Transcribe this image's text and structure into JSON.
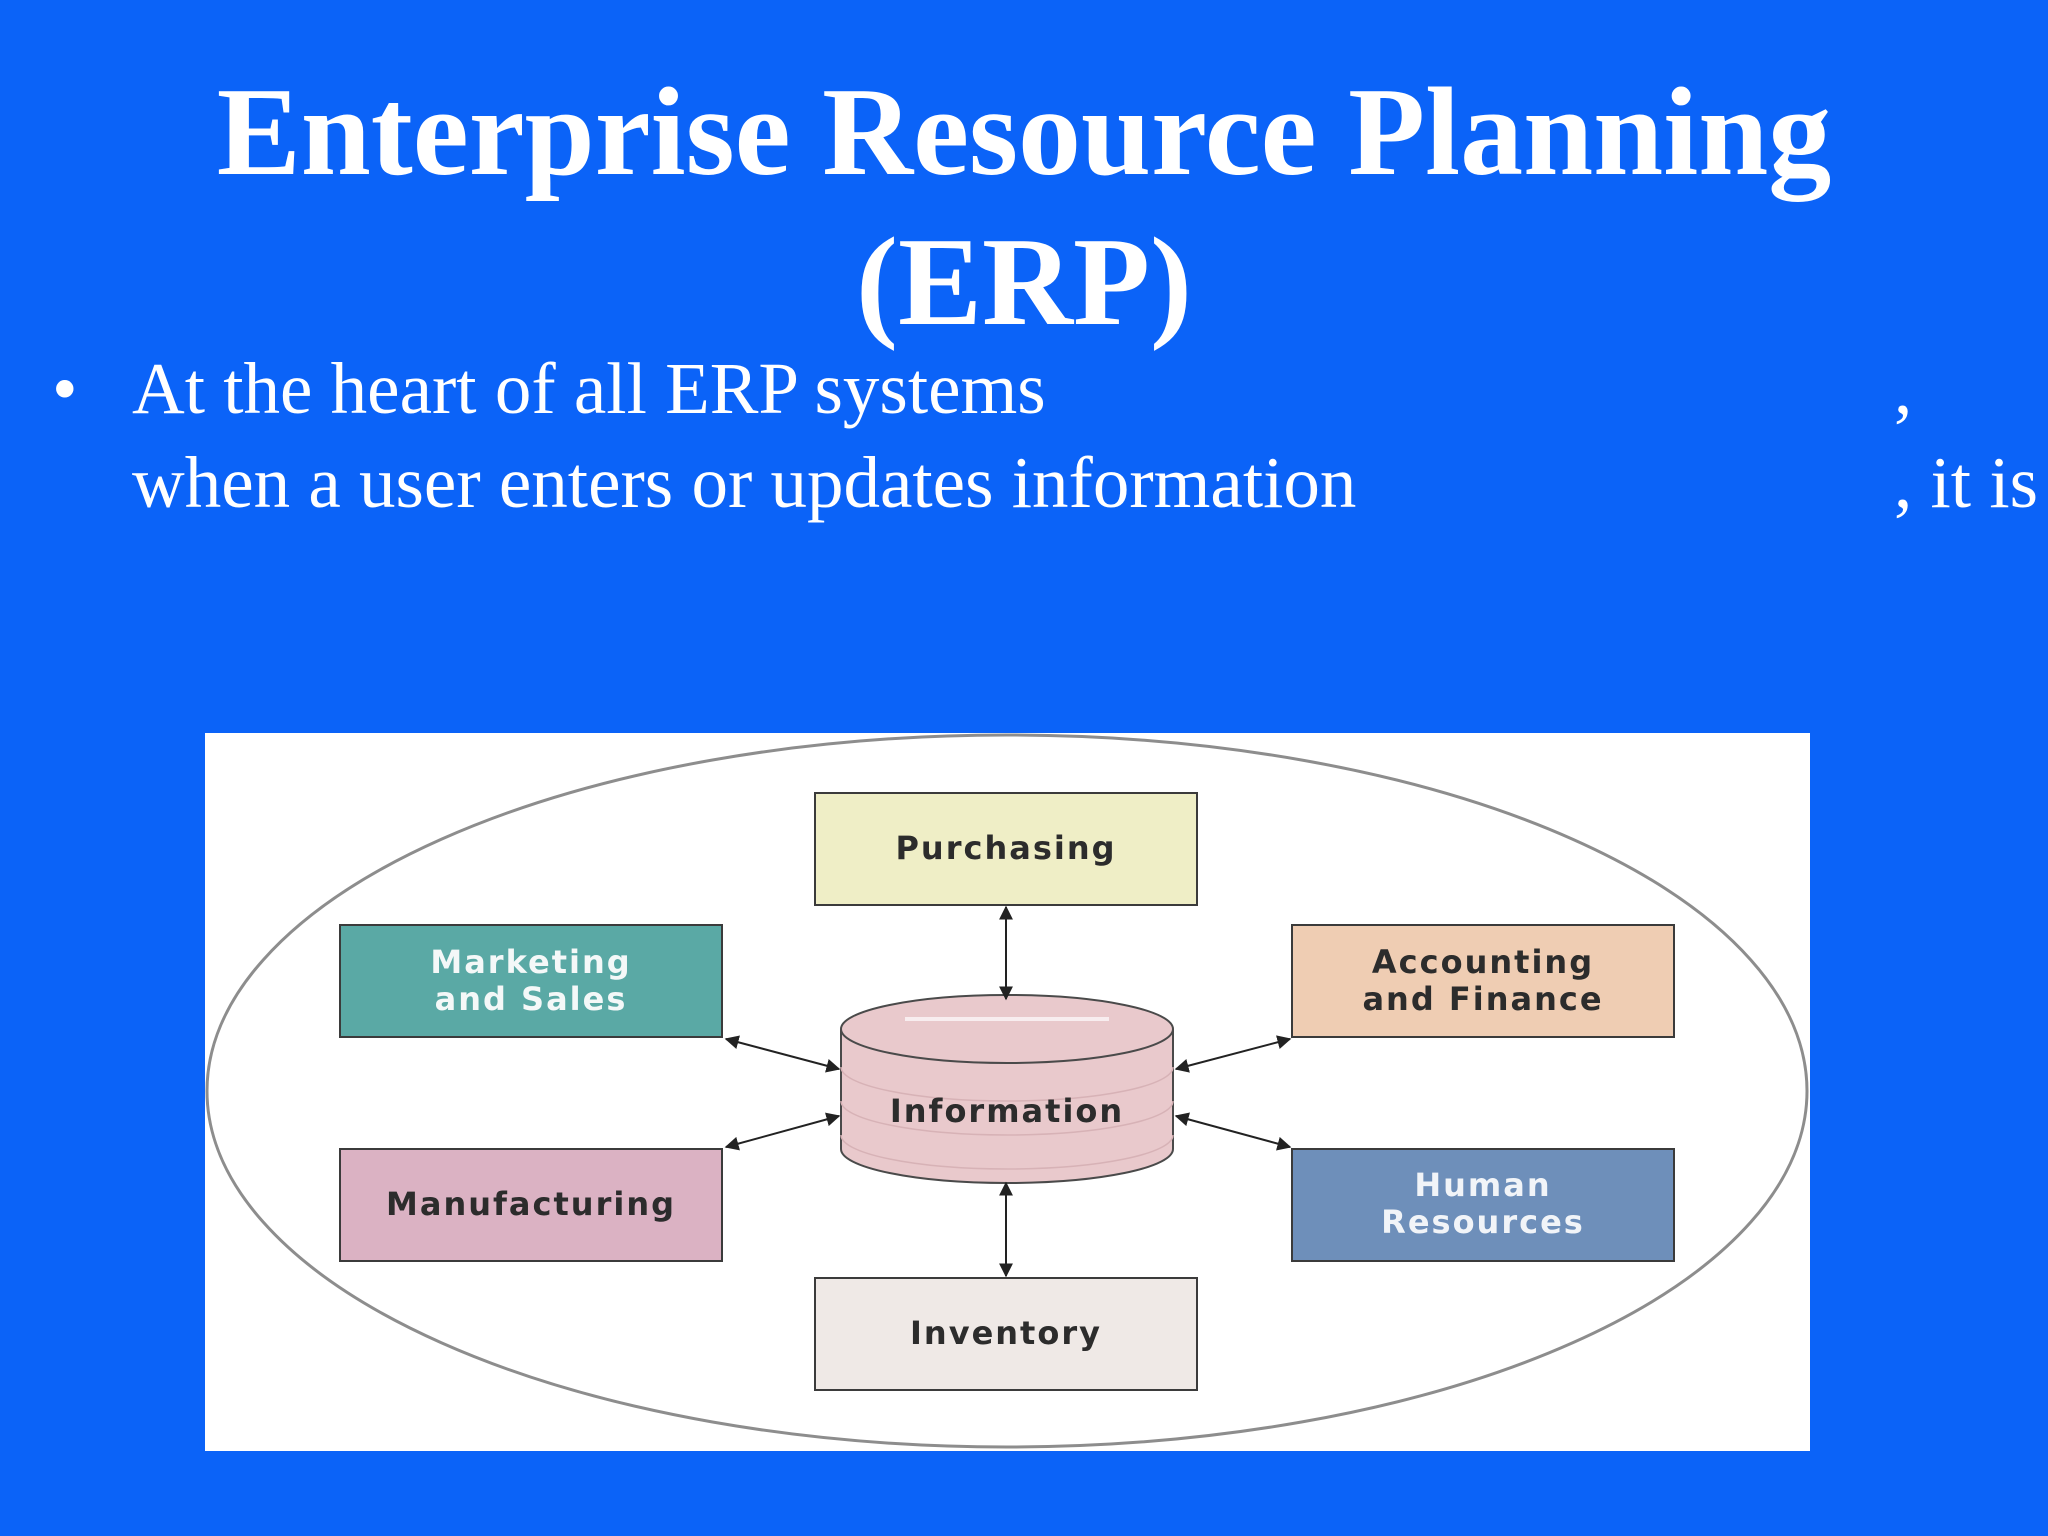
{
  "slide": {
    "title_line1": "Enterprise Resource Planning",
    "title_line2": "(ERP)",
    "bullet_symbol": "•",
    "bullet_line1_left": "At the heart of all ERP systems",
    "bullet_line1_right": ",",
    "bullet_line2_left": "when a user enters or updates information",
    "bullet_line2_right": ", it is"
  },
  "diagram": {
    "center": {
      "label": "Information",
      "fill": "#e9c9cc"
    },
    "nodes": {
      "purchasing": {
        "label": "Purchasing",
        "fill": "#efeec6",
        "text_color": "#2c2c2c"
      },
      "marketing": {
        "line1": "Marketing",
        "line2": "and Sales",
        "fill": "#5aa9a5",
        "text_color": "#f4f8f8"
      },
      "accounting": {
        "line1": "Accounting",
        "line2": "and Finance",
        "fill": "#efcdb3",
        "text_color": "#2c2c2c"
      },
      "manufacturing": {
        "label": "Manufacturing",
        "fill": "#dbb2c3",
        "text_color": "#2c2c2c"
      },
      "human_resources": {
        "line1": "Human",
        "line2": "Resources",
        "fill": "#6e8fba",
        "text_color": "#f1f4f8"
      },
      "inventory": {
        "label": "Inventory",
        "fill": "#efe9e6",
        "text_color": "#2c2c2c"
      }
    }
  }
}
